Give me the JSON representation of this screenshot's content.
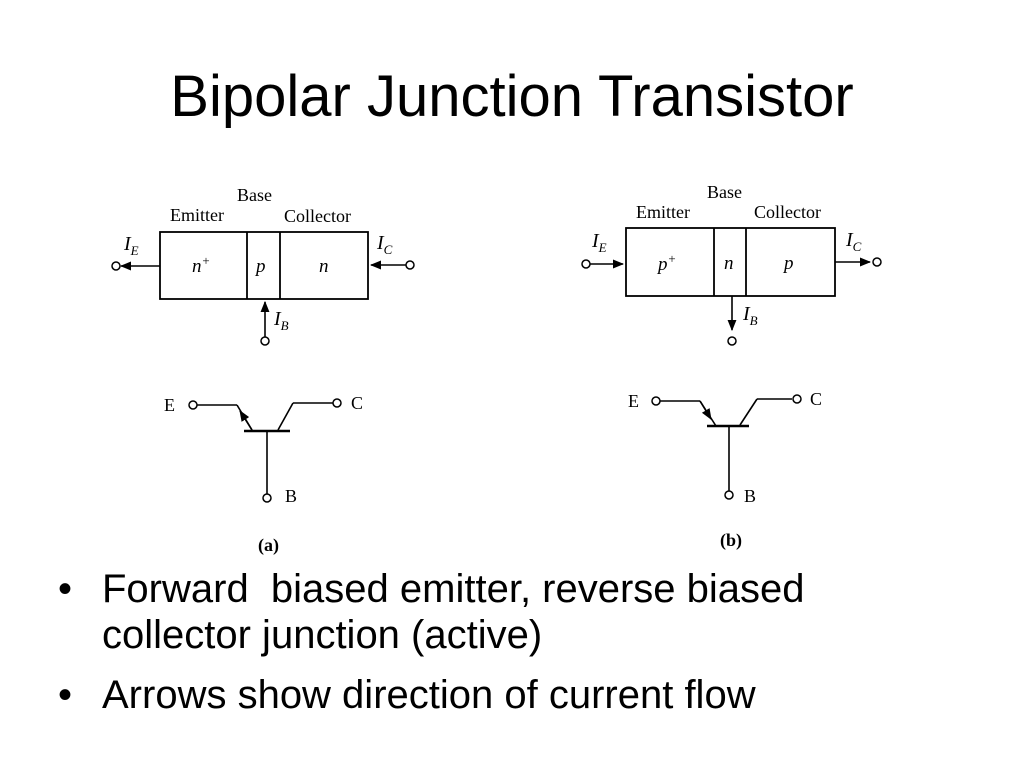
{
  "slide": {
    "title": "Bipolar Junction Transistor"
  },
  "figures": [
    {
      "caption": "(a)",
      "regions": {
        "left": "Emitter",
        "middle": "Base",
        "right": "Collector"
      },
      "doping": {
        "left_base": "n",
        "left_sup": "+",
        "middle": "p",
        "right": "n"
      },
      "currents": {
        "emitter": {
          "base": "I",
          "sub": "E"
        },
        "collector": {
          "base": "I",
          "sub": "C"
        },
        "base": {
          "base": "I",
          "sub": "B"
        }
      },
      "terminals": {
        "emitter": "E",
        "collector": "C",
        "base": "B"
      }
    },
    {
      "caption": "(b)",
      "regions": {
        "left": "Emitter",
        "middle": "Base",
        "right": "Collector"
      },
      "doping": {
        "left_base": "p",
        "left_sup": "+",
        "middle": "n",
        "right": "p"
      },
      "currents": {
        "emitter": {
          "base": "I",
          "sub": "E"
        },
        "collector": {
          "base": "I",
          "sub": "C"
        },
        "base": {
          "base": "I",
          "sub": "B"
        }
      },
      "terminals": {
        "emitter": "E",
        "collector": "C",
        "base": "B"
      }
    }
  ],
  "bullets": [
    "Forward  biased emitter, reverse biased collector junction (active)",
    "Arrows show direction of current flow"
  ],
  "bullet_symbol": "•"
}
